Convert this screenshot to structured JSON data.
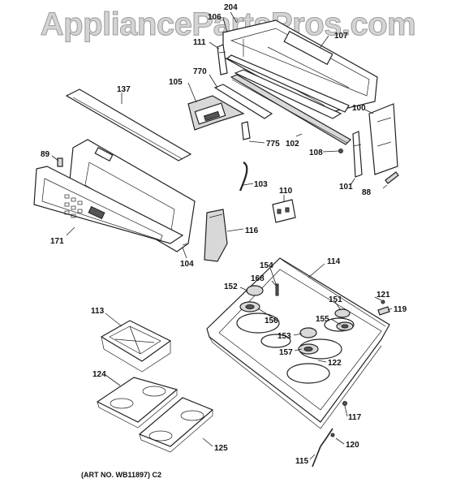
{
  "watermark": "AppliancePartsPros.com",
  "art_number": "(ART NO. WB11897) C2",
  "callouts": {
    "p204": "204",
    "p106": "106",
    "p107": "107",
    "p111": "111",
    "p137": "137",
    "p770": "770",
    "p105": "105",
    "p100": "100",
    "p89": "89",
    "p775": "775",
    "p102": "102",
    "p108": "108",
    "p103": "103",
    "p110": "110",
    "p101": "101",
    "p88": "88",
    "p171": "171",
    "p116": "116",
    "p104": "104",
    "p114": "114",
    "p154": "154",
    "p168": "168",
    "p152": "152",
    "p151": "151",
    "p121": "121",
    "p119": "119",
    "p113": "113",
    "p156": "156",
    "p155": "155",
    "p153": "153",
    "p157": "157",
    "p122": "122",
    "p124": "124",
    "p117": "117",
    "p125": "125",
    "p120": "120",
    "p115": "115"
  }
}
